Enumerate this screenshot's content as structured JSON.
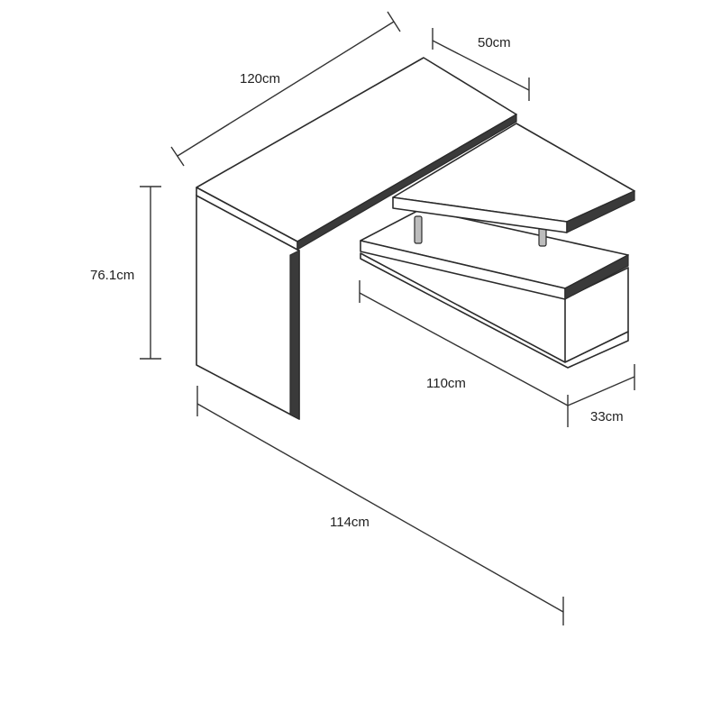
{
  "dimensions": {
    "desk_length": "120cm",
    "desk_depth": "50cm",
    "height": "76.1cm",
    "shelf_length": "110cm",
    "shelf_depth": "33cm",
    "overall_length": "114cm"
  },
  "colors": {
    "line": "#2b2b2b",
    "panel": "#ffffff",
    "edge_shadow": "#3a3a3a"
  }
}
